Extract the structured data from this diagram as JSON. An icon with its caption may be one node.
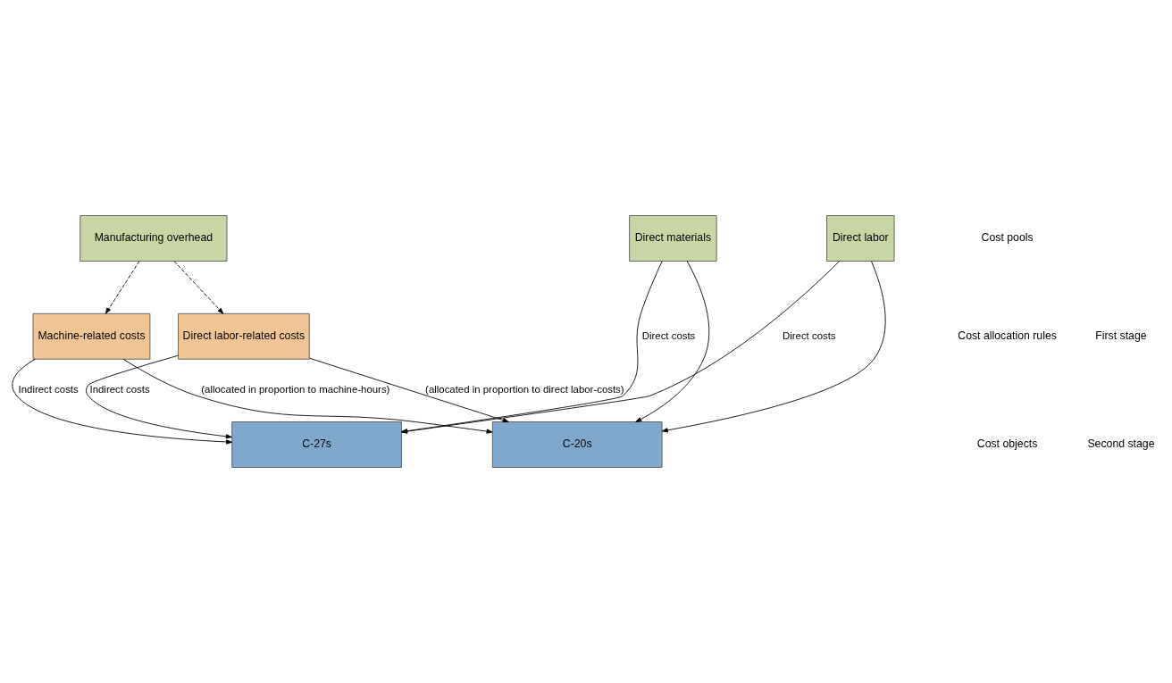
{
  "diagram": {
    "nodes": [
      {
        "text": [
          "Direct materials"
        ]
      },
      {
        "text": [
          "Direct labor"
        ]
      },
      {
        "text": [
          "Manufacturing overhead"
        ]
      },
      {
        "text": [
          "Machine-related costs"
        ]
      },
      {
        "text": [
          "Direct labor-related costs"
        ]
      },
      {
        "text": [
          "C-27s"
        ]
      },
      {
        "text": [
          "C-20s"
        ]
      }
    ],
    "edges": [
      {
        "from": 0,
        "to": 5,
        "arrow": "to",
        "label": "Direct costs"
      },
      {
        "from": 0,
        "to": 6,
        "arrow": "to"
      },
      {
        "from": 1,
        "to": 5,
        "arrow": "to",
        "label": "Direct costs"
      },
      {
        "from": 1,
        "to": 6,
        "arrow": "to"
      },
      {
        "from": 2,
        "to": 3,
        "arrow": "to",
        "style": "dashed"
      },
      {
        "from": 2,
        "to": 4,
        "arrow": "to",
        "style": "dashed"
      },
      {
        "from": 3,
        "to": 5,
        "arrow": "to",
        "label": "Indirect costs"
      },
      {
        "from": 3,
        "to": 6,
        "arrow": "to",
        "label": "(allocated in proportion to machine-hours)"
      },
      {
        "from": 4,
        "to": 5,
        "arrow": "to",
        "label": "Indirect costs"
      },
      {
        "from": 4,
        "to": 6,
        "arrow": "to",
        "label": "(allocated in proportion to direct labor-costs)"
      }
    ],
    "labels": [
      "Cost pools",
      "First stage",
      "Second stage",
      "Cost allocation rules",
      "Cost objects"
    ]
  }
}
